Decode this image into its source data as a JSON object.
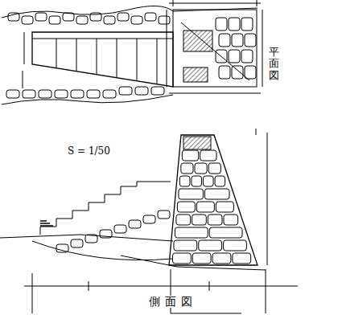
{
  "diagram": {
    "labels": [
      "平面図",
      "S = 1/50",
      "側面図"
    ]
  }
}
